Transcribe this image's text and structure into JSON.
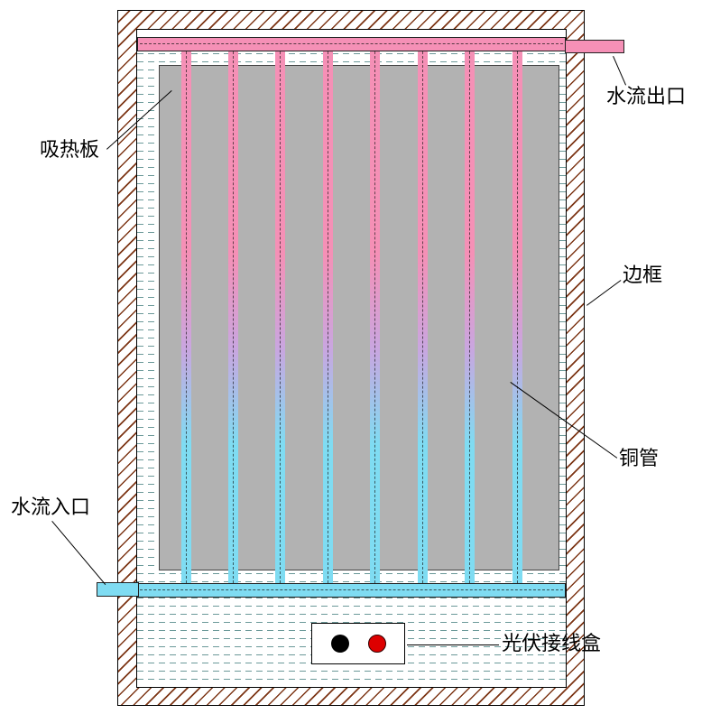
{
  "diagram": {
    "title_hint": "PV/T solar collector construction diagram",
    "labels": {
      "absorber_plate": "吸热板",
      "water_outlet": "水流出口",
      "frame": "边框",
      "copper_tube": "铜管",
      "water_inlet": "水流入口",
      "junction_box": "光伏接线盒"
    },
    "tube_count": 8,
    "colors": {
      "hot_pink": "#f590b6",
      "mid_purple": "#c9a6e0",
      "cold_cyan": "#7fdcf2",
      "plate_gray": "#b2b2b2",
      "hatch_brown": "#7d3616",
      "texture_teal": "#6b9999",
      "terminal_black": "#000000",
      "terminal_red": "#dd0000"
    }
  }
}
